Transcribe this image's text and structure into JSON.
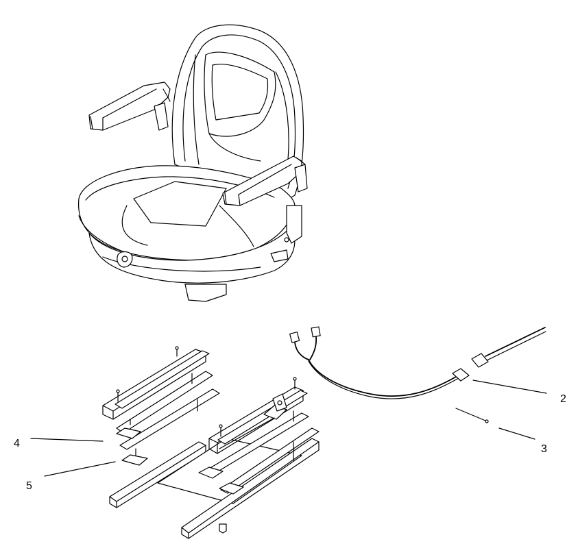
{
  "callouts": [
    {
      "id": "2",
      "label": "2"
    },
    {
      "id": "3",
      "label": "3"
    },
    {
      "id": "4",
      "label": "4"
    },
    {
      "id": "5",
      "label": "5"
    }
  ]
}
